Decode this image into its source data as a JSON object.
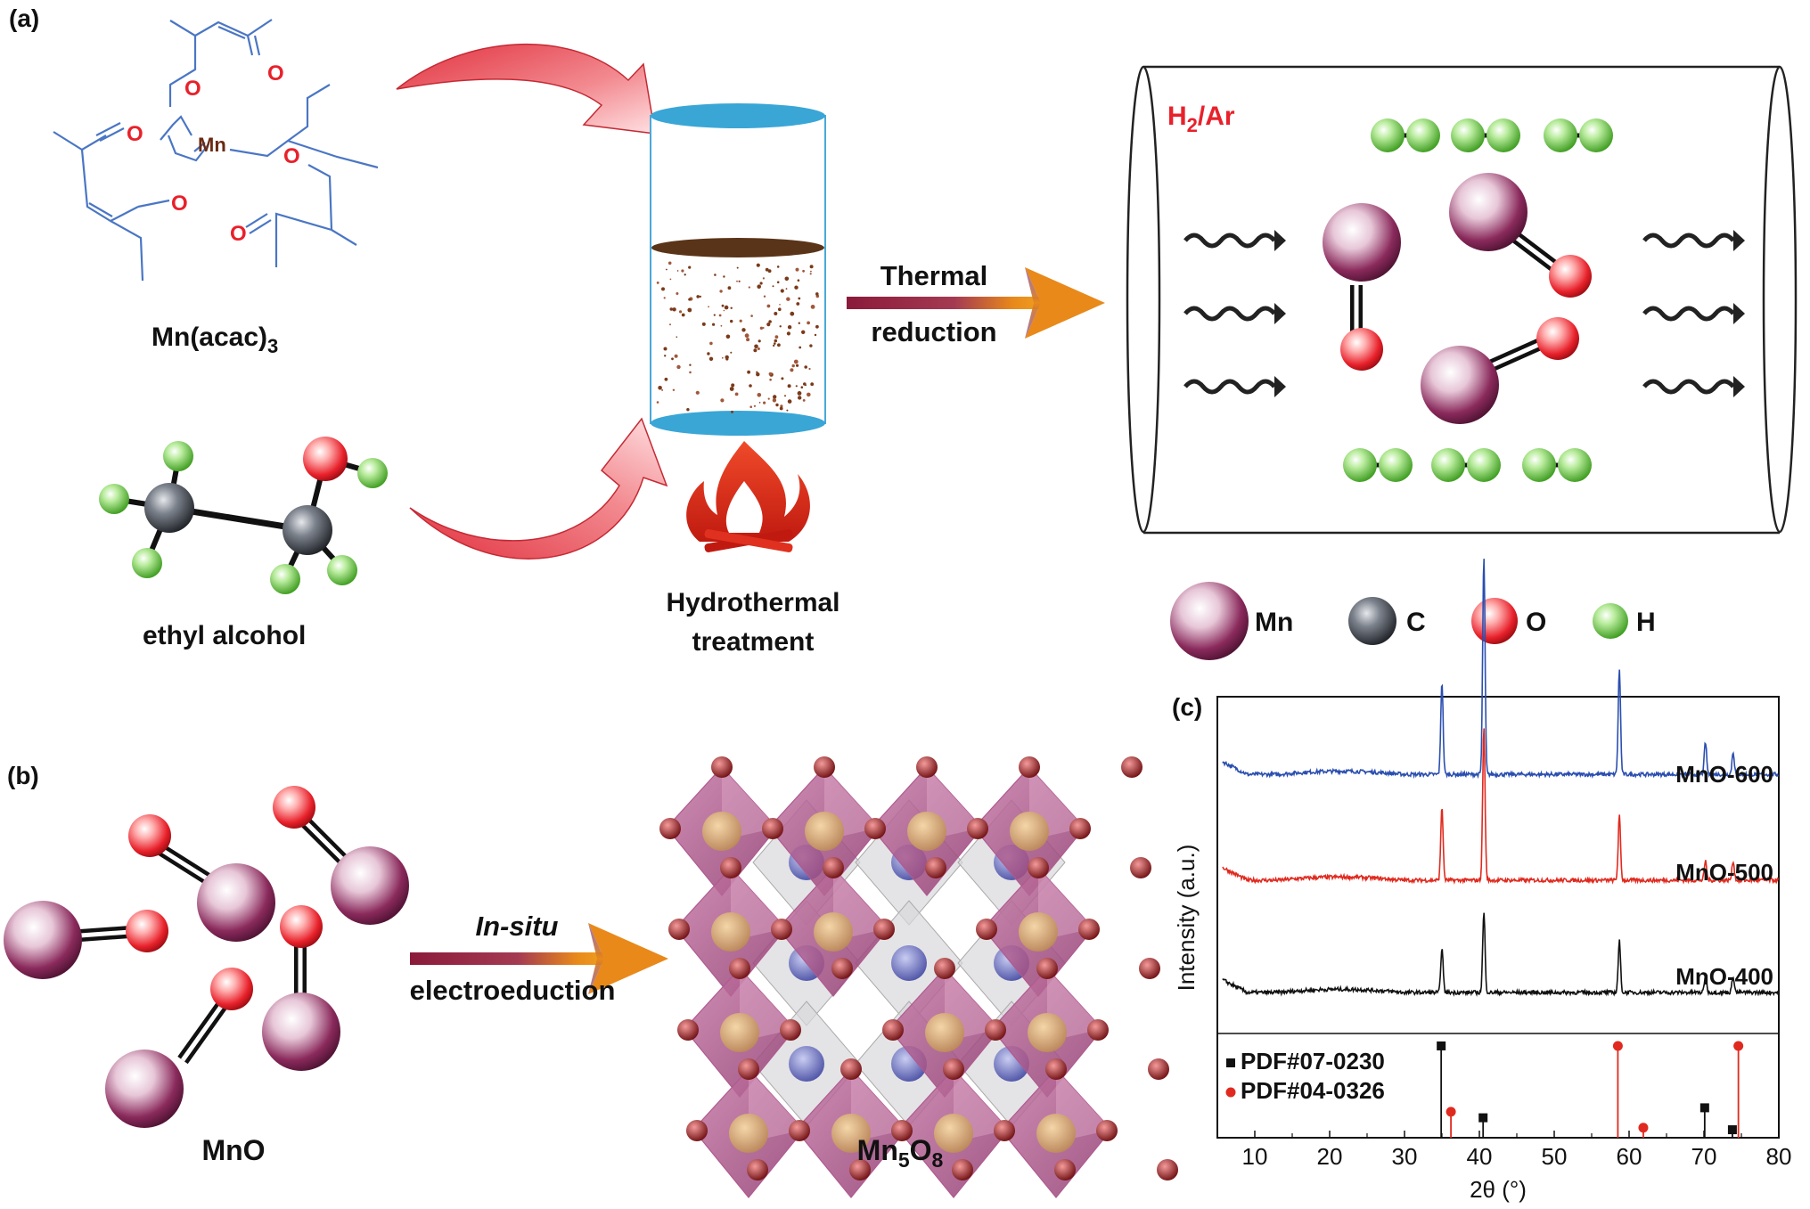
{
  "panel_labels": {
    "a": "(a)",
    "b": "(b)",
    "c": "(c)"
  },
  "panel_a": {
    "precursor_1": {
      "formula": "Mn(acac)",
      "subscript": "3",
      "atom_labels": {
        "center": "Mn",
        "oxygen": "O"
      }
    },
    "precursor_2": "ethyl alcohol",
    "process_1": {
      "line1": "Hydrothermal",
      "line2": "treatment"
    },
    "process_2": {
      "line1": "Thermal",
      "line2": "reduction"
    },
    "atmosphere": {
      "element": "H",
      "subscript": "2",
      "rest": "/Ar"
    }
  },
  "legend": [
    {
      "label": "Mn",
      "color": "#8a2a5c"
    },
    {
      "label": "C",
      "color": "#3d4148"
    },
    {
      "label": "O",
      "color": "#e8212b"
    },
    {
      "label": "H",
      "color": "#62c43a"
    }
  ],
  "panel_b": {
    "reactant": "MnO",
    "step": {
      "line1": "In-situ",
      "line2": "electroeduction"
    },
    "product": {
      "formula": "Mn",
      "sub1": "5",
      "o": "O",
      "sub2": "8"
    }
  },
  "chart_data": {
    "type": "line",
    "xlabel": "2θ (°)",
    "ylabel": "Intensity (a.u.)",
    "xlim": [
      5,
      80
    ],
    "xticks": [
      10,
      20,
      30,
      40,
      50,
      60,
      70,
      80
    ],
    "series": [
      {
        "name": "MnO-600",
        "color": "#2b4fb0",
        "baseline": 0.78,
        "peaks": [
          [
            35.0,
            0.29
          ],
          [
            40.6,
            0.68
          ],
          [
            58.7,
            0.33
          ],
          [
            70.2,
            0.1
          ],
          [
            73.9,
            0.07
          ]
        ]
      },
      {
        "name": "MnO-500",
        "color": "#e02a1f",
        "baseline": 0.45,
        "peaks": [
          [
            35.0,
            0.23
          ],
          [
            40.6,
            0.48
          ],
          [
            58.7,
            0.2
          ],
          [
            70.2,
            0.06
          ],
          [
            73.9,
            0.06
          ]
        ]
      },
      {
        "name": "MnO-400",
        "color": "#111111",
        "baseline": 0.1,
        "peaks": [
          [
            35.0,
            0.14
          ],
          [
            40.6,
            0.25
          ],
          [
            58.7,
            0.16
          ],
          [
            70.2,
            0.05
          ],
          [
            73.9,
            0.05
          ]
        ]
      }
    ],
    "references": [
      {
        "name": "PDF#07-0230",
        "color": "#111111",
        "lines": [
          [
            34.9,
            0.92
          ],
          [
            40.5,
            0.2
          ],
          [
            70.1,
            0.3
          ],
          [
            73.8,
            0.08
          ]
        ]
      },
      {
        "name": "PDF#04-0326",
        "color": "#e02a1f",
        "lines": [
          [
            36.2,
            0.26
          ],
          [
            58.5,
            0.92
          ],
          [
            61.9,
            0.1
          ],
          [
            74.6,
            0.92
          ]
        ]
      }
    ]
  }
}
